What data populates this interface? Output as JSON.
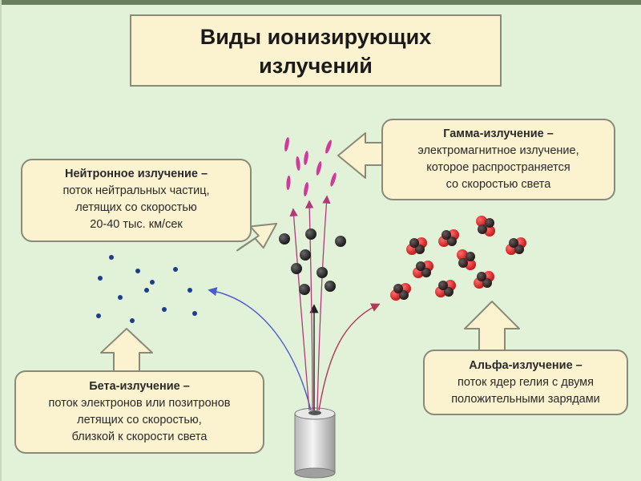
{
  "title": [
    "Виды ионизирующих",
    "излучений"
  ],
  "gamma": {
    "heading": "Гамма-излучение –",
    "lines": [
      "электромагнитное излучение,",
      "которое распространяется",
      "со скоростью света"
    ]
  },
  "neutron": {
    "heading": "Нейтронное излучение –",
    "lines": [
      "поток нейтральных частиц,",
      "летящих со скоростью",
      "20-40 тыс. км/сек"
    ]
  },
  "beta": {
    "heading": "Бета-излучение –",
    "lines": [
      "поток электронов или позитронов",
      "летящих со скоростью,",
      "близкой к скорости света"
    ]
  },
  "alpha": {
    "heading": "Альфа-излучение –",
    "lines": [
      "поток ядер гелия с двумя",
      "положительными зарядами"
    ]
  },
  "colors": {
    "background": "#e2f2d8",
    "box_fill": "#fbf2cf",
    "box_border": "#8a8a7a",
    "gamma_particles": "#d13a9c",
    "neutrons": "#2a2a2a",
    "electrons": "#1c3c8c",
    "alpha_red": "#d42020",
    "alpha_dark": "#3a2a2a",
    "beta_ray": "#4a5ad0",
    "alpha_ray": "#b03a5a",
    "gamma_ray": "#b03a7a"
  }
}
